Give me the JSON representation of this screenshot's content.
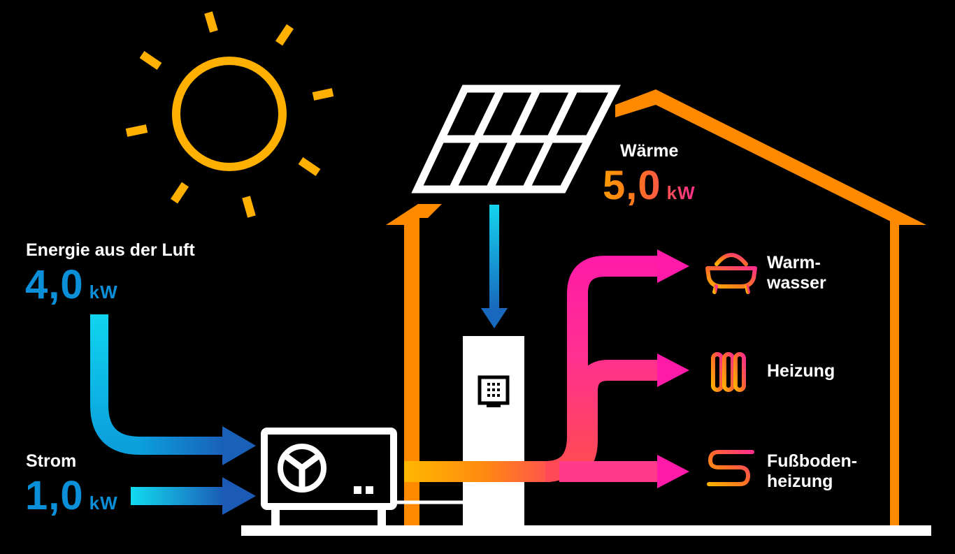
{
  "labels": {
    "air_energy": "Energie aus der Luft",
    "air_value": "4,0",
    "air_unit": "kW",
    "power": "Strom",
    "power_value": "1,0",
    "power_unit": "kW",
    "heat": "Wärme",
    "heat_value": "5,0",
    "heat_unit": "kW"
  },
  "outputs": [
    {
      "line1": "Warm-",
      "line2": "wasser",
      "icon": "bathtub-icon"
    },
    {
      "line1": "Heizung",
      "line2": "",
      "icon": "radiator-icon"
    },
    {
      "line1": "Fußboden-",
      "line2": "heizung",
      "icon": "floor-heating-icon"
    }
  ],
  "colors": {
    "background": "#000000",
    "house": "#ff8a00",
    "sun": "#ffb000",
    "air_blue": "#0a8fd8",
    "cyan": "#12d2ee",
    "magenta": "#ff1aa8",
    "white": "#ffffff"
  }
}
